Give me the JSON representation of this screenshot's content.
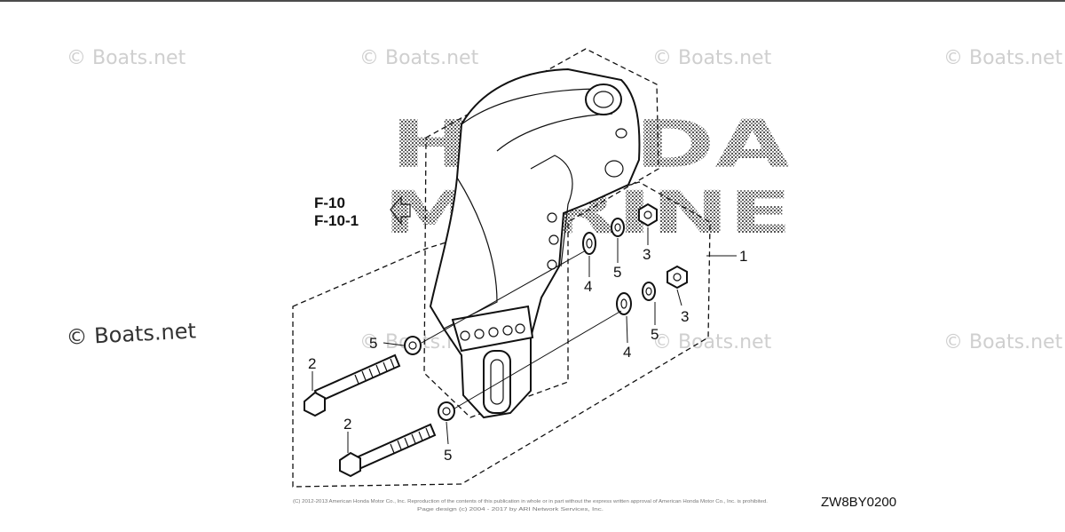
{
  "watermarks": {
    "site": "© Boats.net",
    "brand_line1": "HONDA",
    "brand_line2": "MARINE"
  },
  "references": {
    "line1": "F-10",
    "line2": "F-10-1"
  },
  "callouts": {
    "bracket": "1",
    "bolt": "2",
    "nut": "3",
    "washer": "4",
    "lock_washer": "5"
  },
  "diagram_code": "ZW8BY0200",
  "copyright": {
    "line1": "(C) 2012-2013 American Honda Motor Co., Inc. Reproduction of the contents of this publication in whole or in part without the express written approval of American Honda Motor Co., Inc. is prohibited.",
    "line2": "Page design (c) 2004 - 2017 by ARI Network Services, Inc."
  }
}
